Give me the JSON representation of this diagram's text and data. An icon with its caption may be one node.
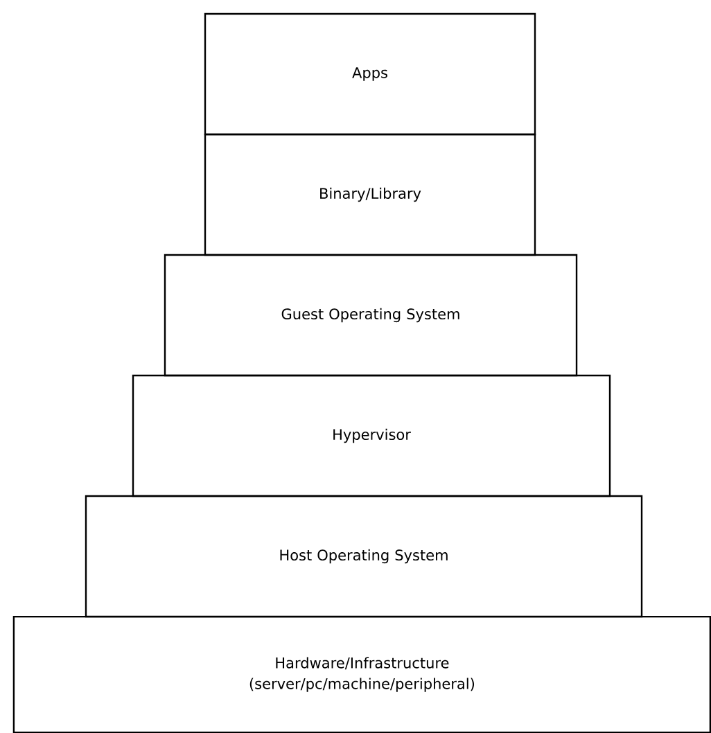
{
  "diagram": {
    "nodes": [
      {
        "text": [
          "Apps"
        ]
      },
      {
        "text": [
          "Binary/Library"
        ]
      },
      {
        "text": [
          "Guest Operating System"
        ]
      },
      {
        "text": [
          "Hypervisor"
        ]
      },
      {
        "text": [
          "Host Operating System"
        ]
      },
      {
        "text": [
          "Hardware/Infrastructure (server/pc/machine/peripheral)"
        ]
      }
    ]
  }
}
